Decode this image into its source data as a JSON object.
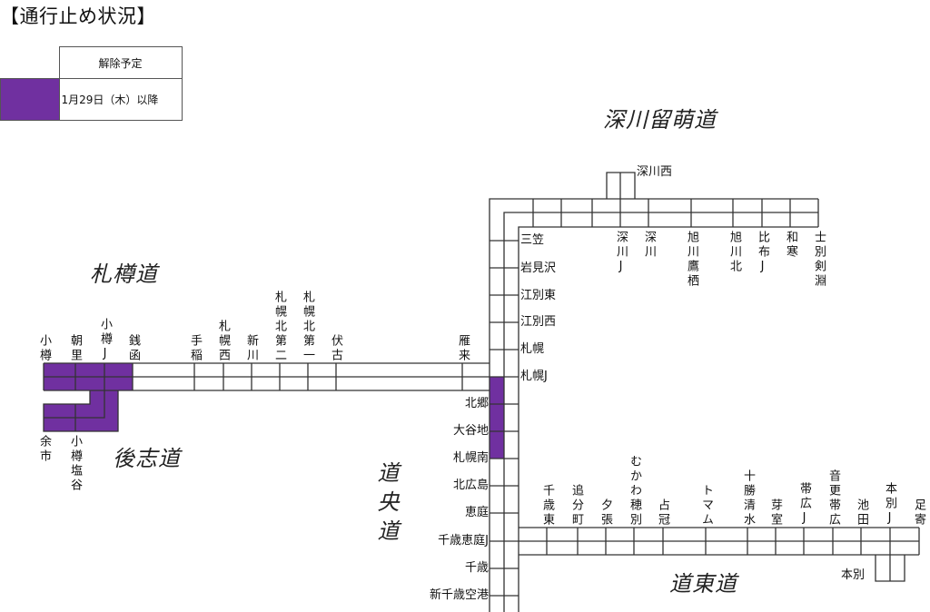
{
  "title": "【通行止め状況】",
  "legend": {
    "header": "解除予定",
    "rows": [
      {
        "color": "#7030A0",
        "label": "1月29日（木）以降"
      }
    ]
  },
  "colors": {
    "closed": "#7030A0",
    "line": "#333333"
  },
  "routes": {
    "fukagawa_rumoi": {
      "name": "深川留萌道",
      "spur": "深川西",
      "stations": [
        "深川J",
        "深川",
        "旭川鷹栖",
        "旭川北",
        "比布J",
        "和寒",
        "士別剣淵"
      ]
    },
    "sassho": {
      "name": "札樽道",
      "stations": [
        "小樽",
        "朝里",
        "小樽J",
        "銭函",
        "手稲",
        "札幌西",
        "新川",
        "札幌北第二",
        "札幌北第一",
        "伏古",
        "雁来"
      ],
      "closed_section": "小樽 – 銭函"
    },
    "shiribeshi": {
      "name": "後志道",
      "stations": [
        "余市",
        "小樽塩谷"
      ],
      "closed_section": "余市 – 小樽J"
    },
    "doo": {
      "name": "道央道",
      "stations_north": [
        "三笠",
        "岩見沢",
        "江別東",
        "江別西",
        "札幌",
        "札幌J"
      ],
      "stations_south": [
        "北郷",
        "大谷地",
        "札幌南",
        "北広島",
        "恵庭",
        "千歳恵庭J",
        "千歳",
        "新千歳空港"
      ],
      "closed_section": "札幌J – 札幌南"
    },
    "doto": {
      "name": "道東道",
      "spur": "本別",
      "stations": [
        "千歳東",
        "追分町",
        "夕張",
        "むかわ穂別",
        "占冠",
        "トマム",
        "十勝清水",
        "芽室",
        "帯広J",
        "音更帯広",
        "池田",
        "本別J",
        "足寄"
      ]
    }
  }
}
